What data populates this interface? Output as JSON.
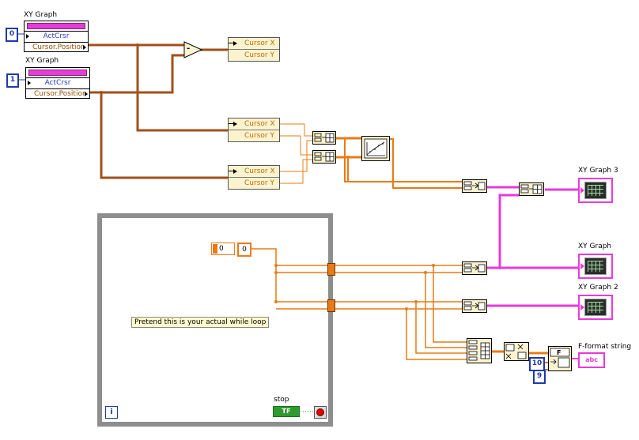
{
  "property_nodes": [
    {
      "label": "XY Graph",
      "property1": "ActCrsr",
      "property2": "Cursor.Position",
      "constant": "0"
    },
    {
      "label": "XY Graph",
      "property1": "ActCrsr",
      "property2": "Cursor.Position",
      "constant": "1"
    }
  ],
  "unbundles": [
    {
      "field1": "Cursor X",
      "field2": "Cursor Y"
    },
    {
      "field1": "Cursor X",
      "field2": "Cursor Y"
    },
    {
      "field1": "Cursor X",
      "field2": "Cursor Y"
    }
  ],
  "subtract_symbol": "-",
  "indicators": {
    "graph3": "XY Graph 3",
    "graph1": "XY Graph",
    "graph2": "XY Graph 2",
    "fstring": "F-format string"
  },
  "loop": {
    "comment": "Pretend this is your actual while loop",
    "iteration": "i",
    "stop_label": "stop",
    "tf": "TF",
    "num_const_a": "0",
    "num_const_b": "0"
  },
  "format": {
    "width_const": "10",
    "precision_const": "9",
    "string_term": "abc",
    "node_text": "F"
  },
  "colors": {
    "orange_wire": "#e87b14",
    "brown_wire": "#a0501a",
    "pink_wire": "#e83bd9",
    "blue_const": "#1e3aa8"
  }
}
